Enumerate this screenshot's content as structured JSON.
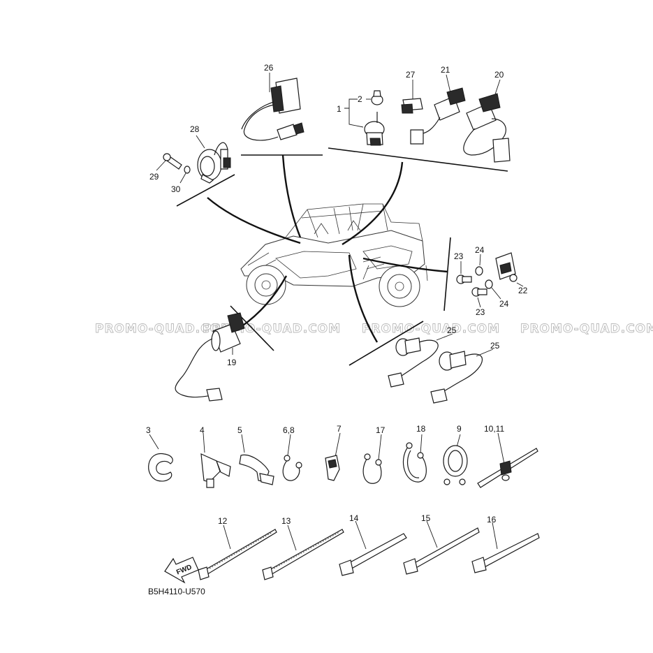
{
  "watermark": "PROMO-QUAD.COM",
  "diagram_code": "B5H4110-U570",
  "fwd_label": "FWD",
  "callouts": {
    "p1": "1",
    "p2": "2",
    "p3": "3",
    "p4": "4",
    "p5": "5",
    "p6_8": "6,8",
    "p7": "7",
    "p9": "9",
    "p10_11": "10,11",
    "p12": "12",
    "p13": "13",
    "p14": "14",
    "p15": "15",
    "p16": "16",
    "p17": "17",
    "p18": "18",
    "p19": "19",
    "p20": "20",
    "p21": "21",
    "p22": "22",
    "p23a": "23",
    "p23b": "23",
    "p24a": "24",
    "p24b": "24",
    "p25a": "25",
    "p25b": "25",
    "p26": "26",
    "p27": "27",
    "p28": "28",
    "p29": "29",
    "p30": "30"
  }
}
